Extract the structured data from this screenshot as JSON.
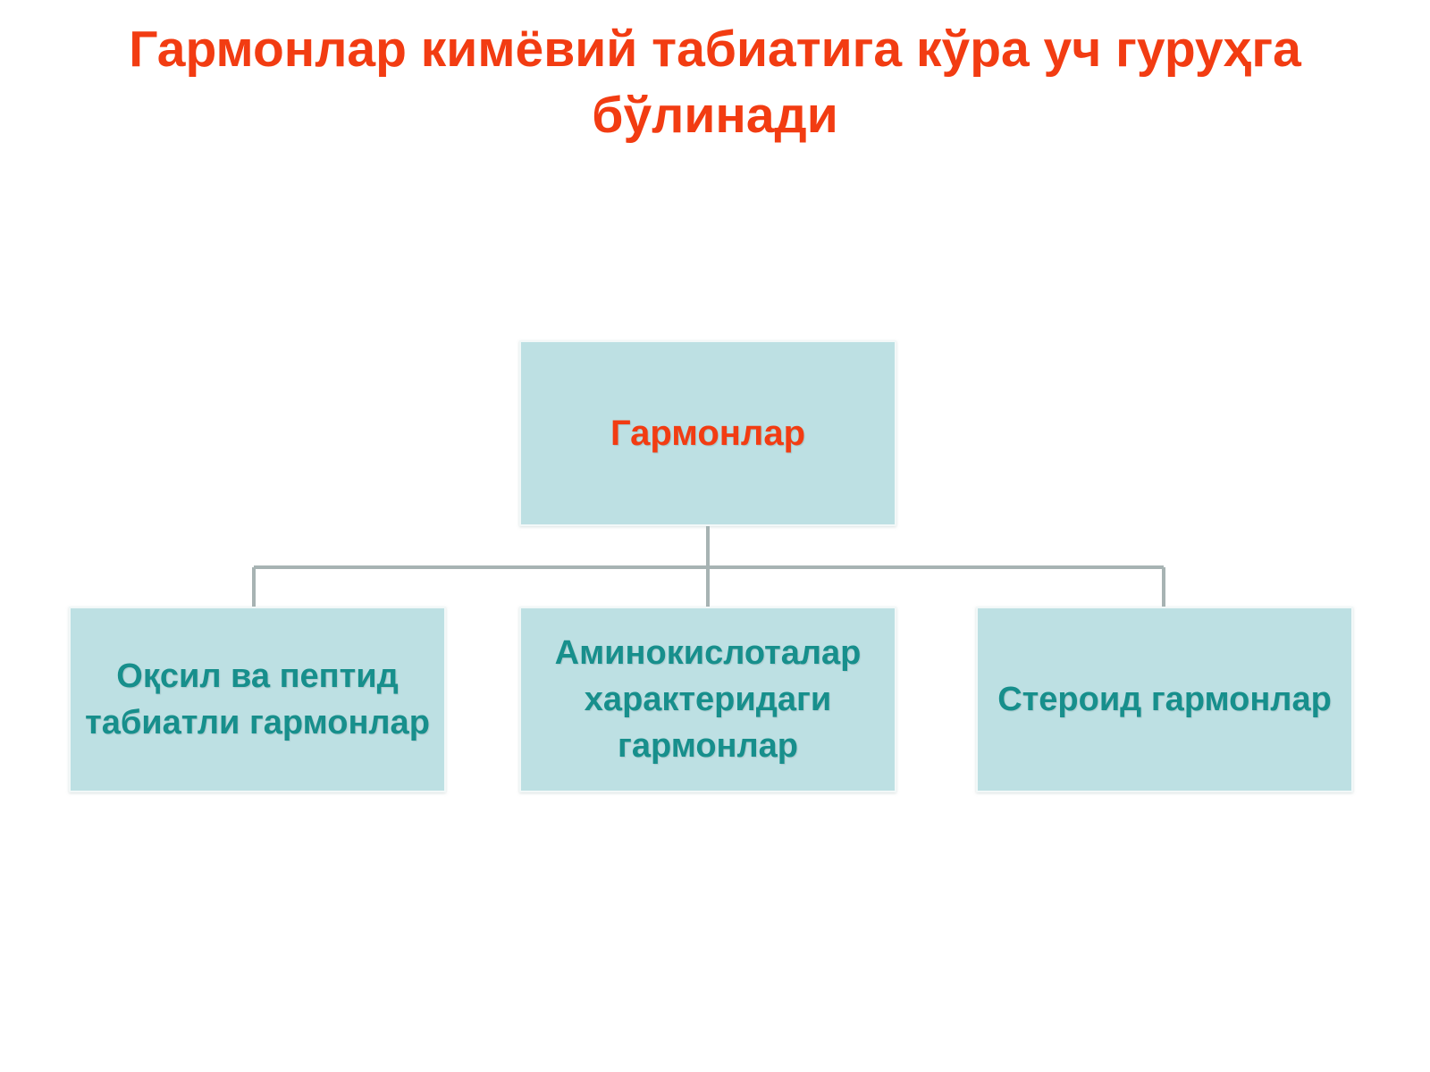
{
  "title": "Гармонлар кимёвий табиатига кўра уч гуруҳга бўлинади",
  "diagram": {
    "root": {
      "label": "Гармонлар"
    },
    "children": [
      {
        "label": "Оқсил ва пептид табиатли гармонлар"
      },
      {
        "label": "Аминокислоталар характеридаги гармонлар"
      },
      {
        "label": "Стероид гармонлар"
      }
    ]
  },
  "colors": {
    "title": "#f23c12",
    "box_fill": "#bde0e3",
    "child_text": "#178f8c",
    "connector": "#a7b3b3"
  }
}
